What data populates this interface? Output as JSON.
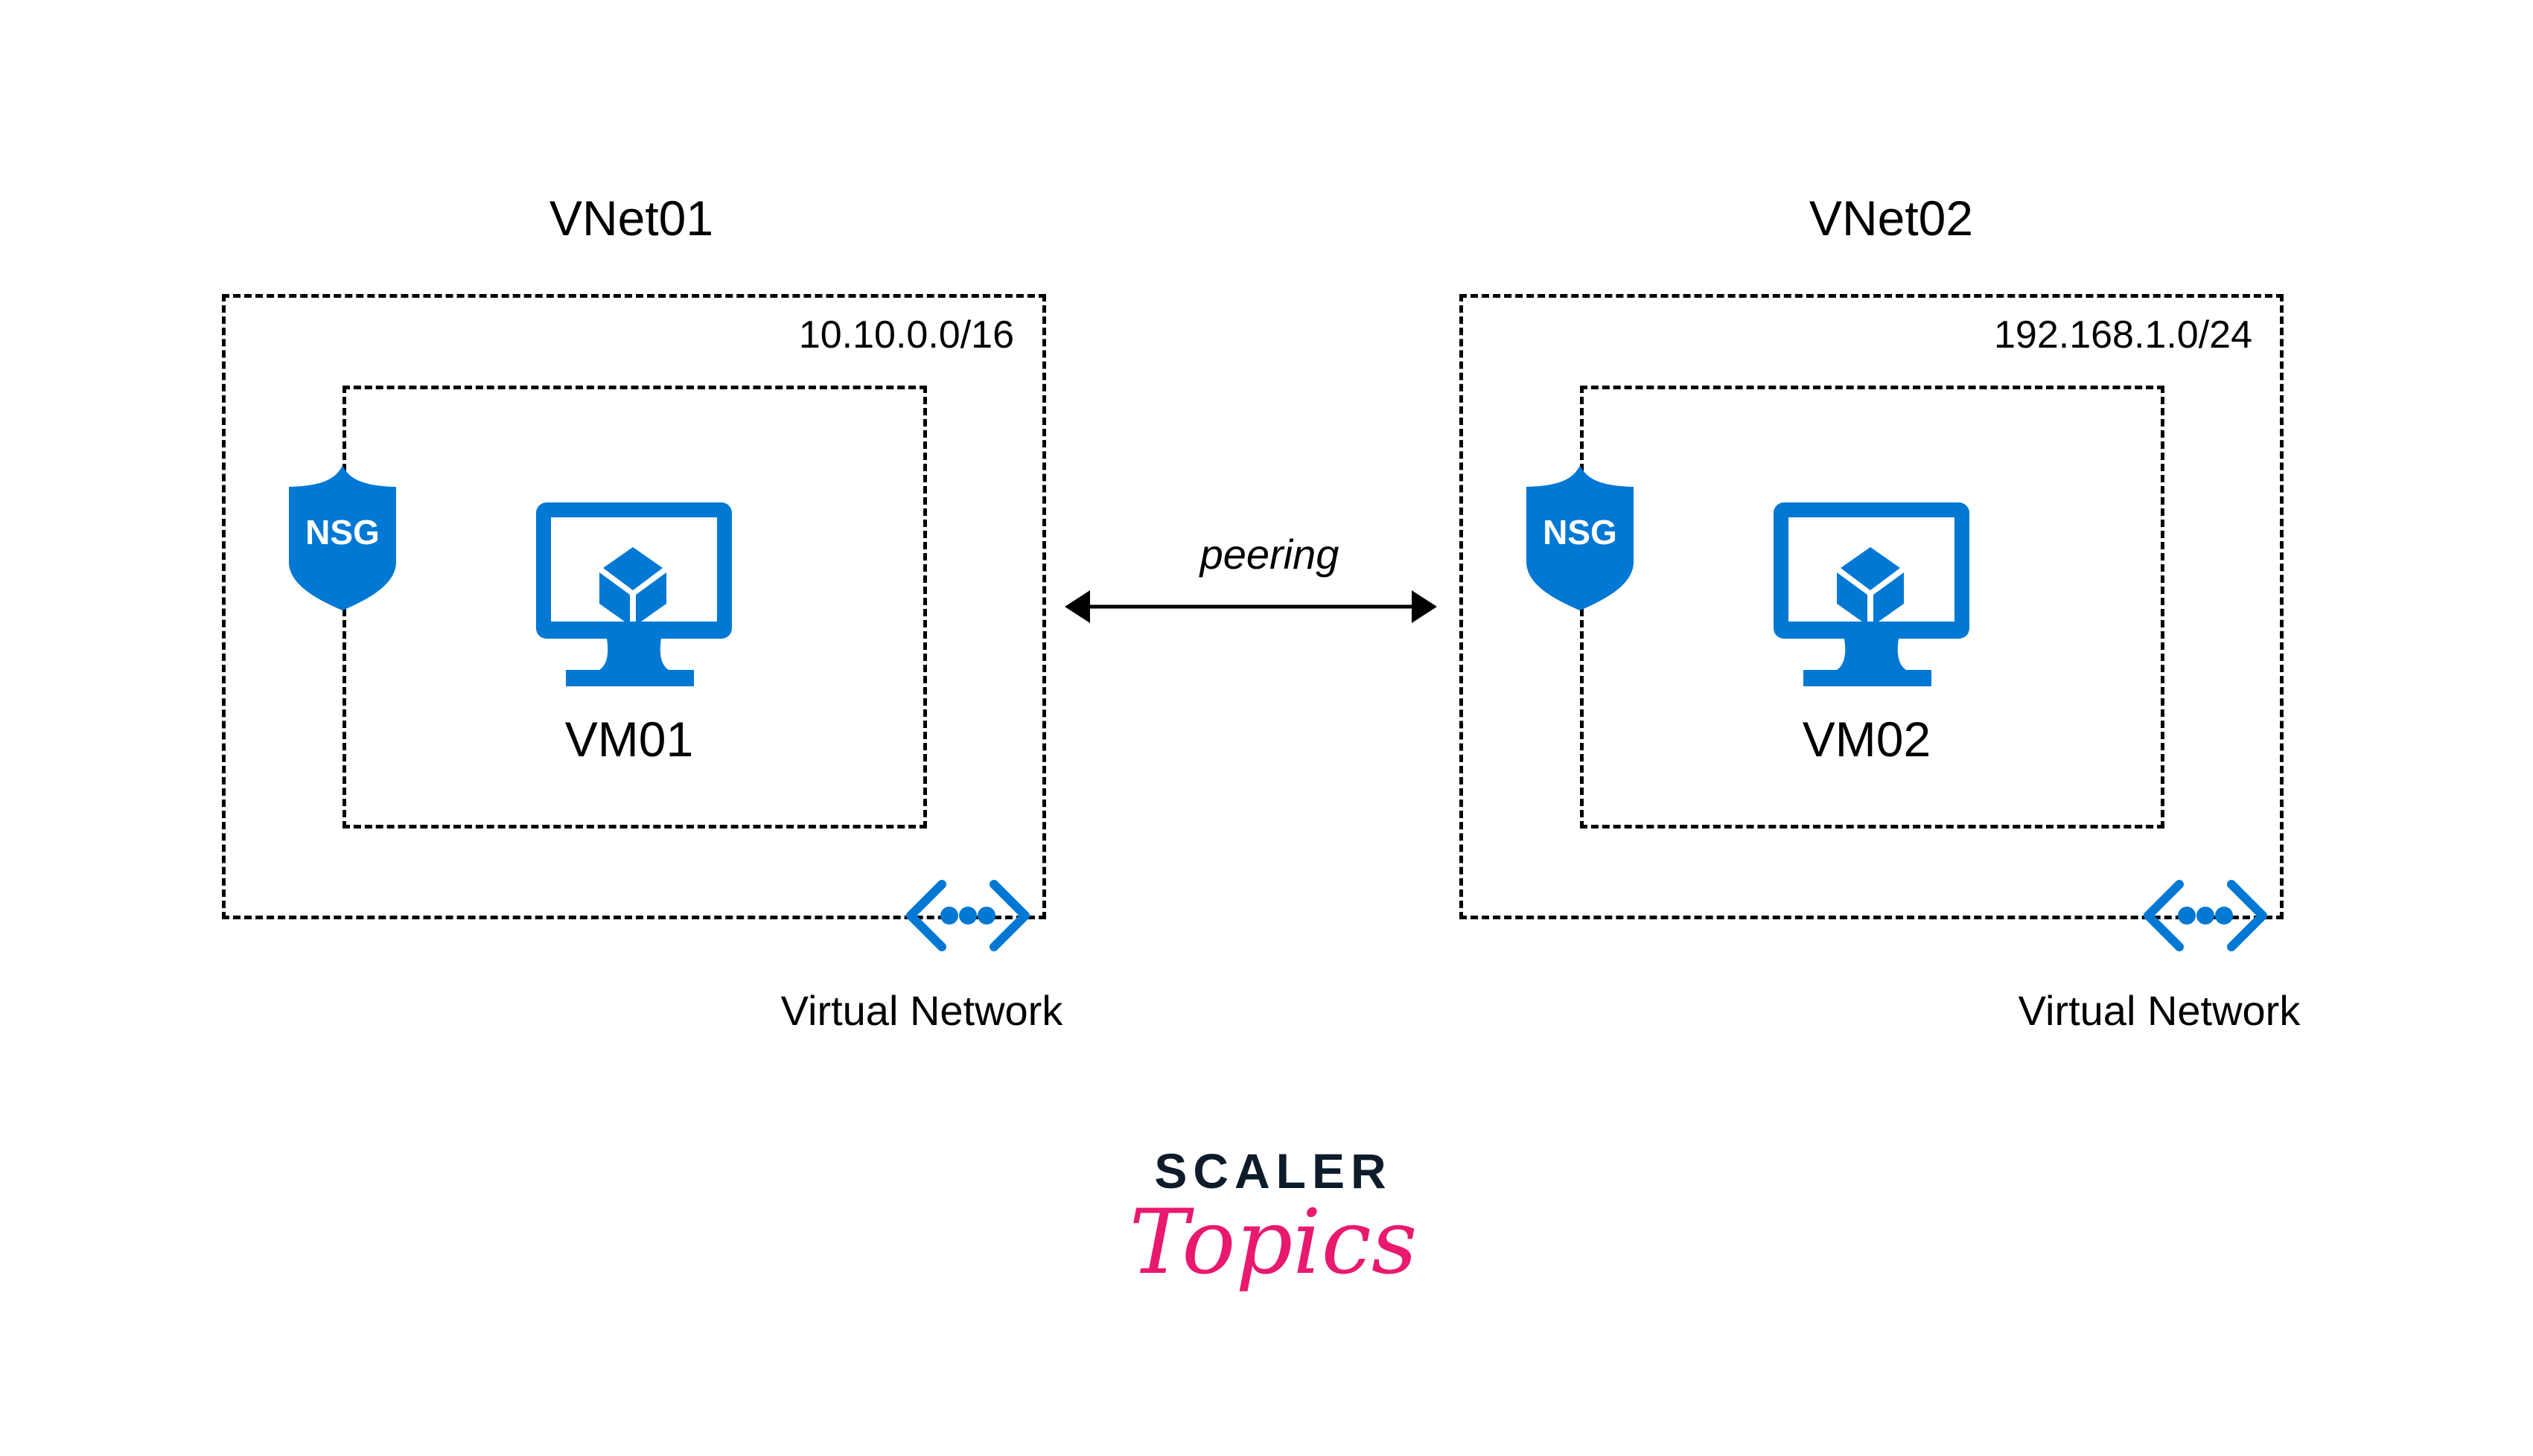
{
  "diagram": {
    "peering": {
      "label": "peering"
    },
    "vnets": [
      {
        "title": "VNet01",
        "address_space": "10.10.0.0/16",
        "nsg_label": "NSG",
        "vm_label": "VM01",
        "network_label": "Virtual Network"
      },
      {
        "title": "VNet02",
        "address_space": "192.168.1.0/24",
        "nsg_label": "NSG",
        "vm_label": "VM02",
        "network_label": "Virtual Network"
      }
    ],
    "colors": {
      "azure_blue": "#0078d4",
      "line": "#000000",
      "logo_dark": "#0d1b2a",
      "logo_pink": "#e8196f"
    }
  },
  "logo": {
    "line1": "SCALER",
    "line2": "Topics"
  }
}
